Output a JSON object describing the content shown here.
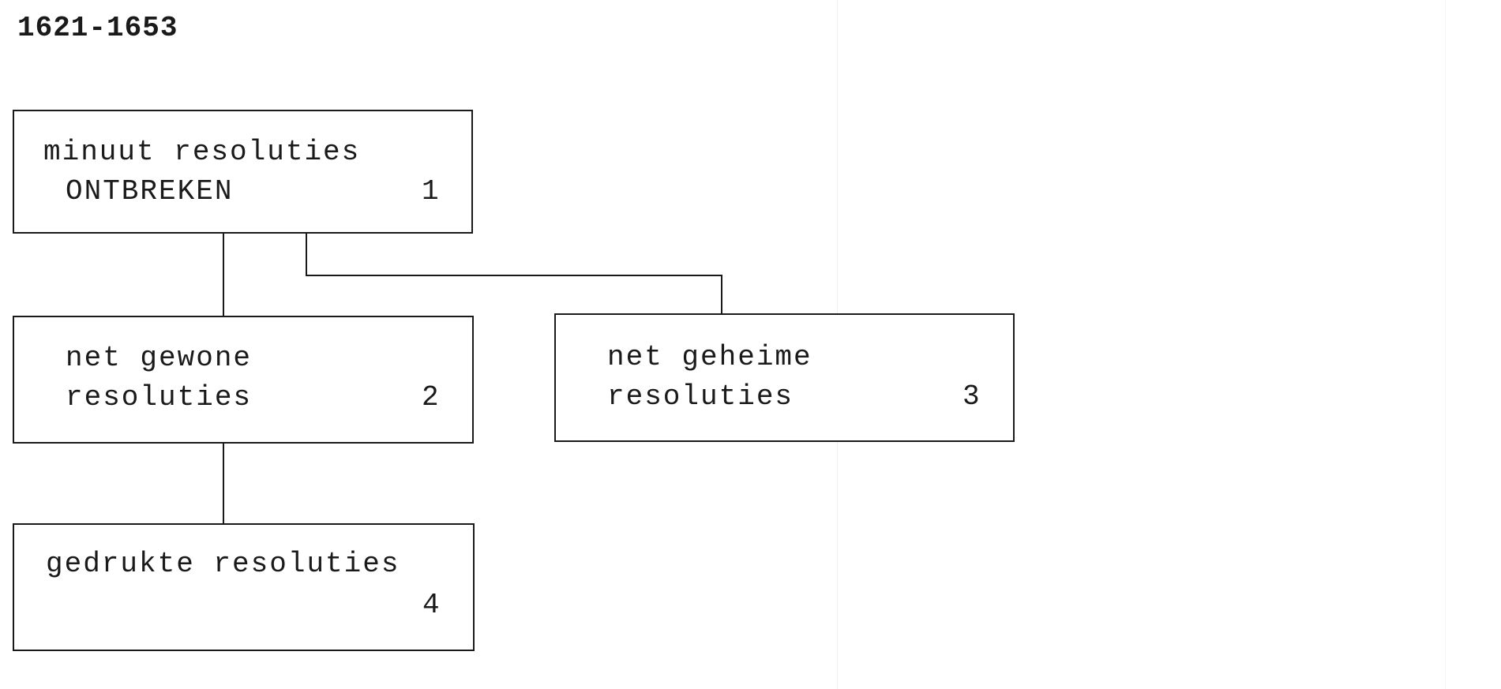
{
  "header": {
    "title": "1621-1653"
  },
  "boxes": {
    "minuut": {
      "line1": "minuut resoluties",
      "line2": "ONTBREKEN",
      "number": "1"
    },
    "net_gewone": {
      "line1": "net gewone",
      "line2": "resoluties",
      "number": "2"
    },
    "net_geheime": {
      "line1": "net geheime",
      "line2": "resoluties",
      "number": "3"
    },
    "gedrukte": {
      "line1": "gedrukte resoluties",
      "number": "4"
    }
  },
  "colors": {
    "ink": "#1a1a1a",
    "background": "#ffffff"
  }
}
